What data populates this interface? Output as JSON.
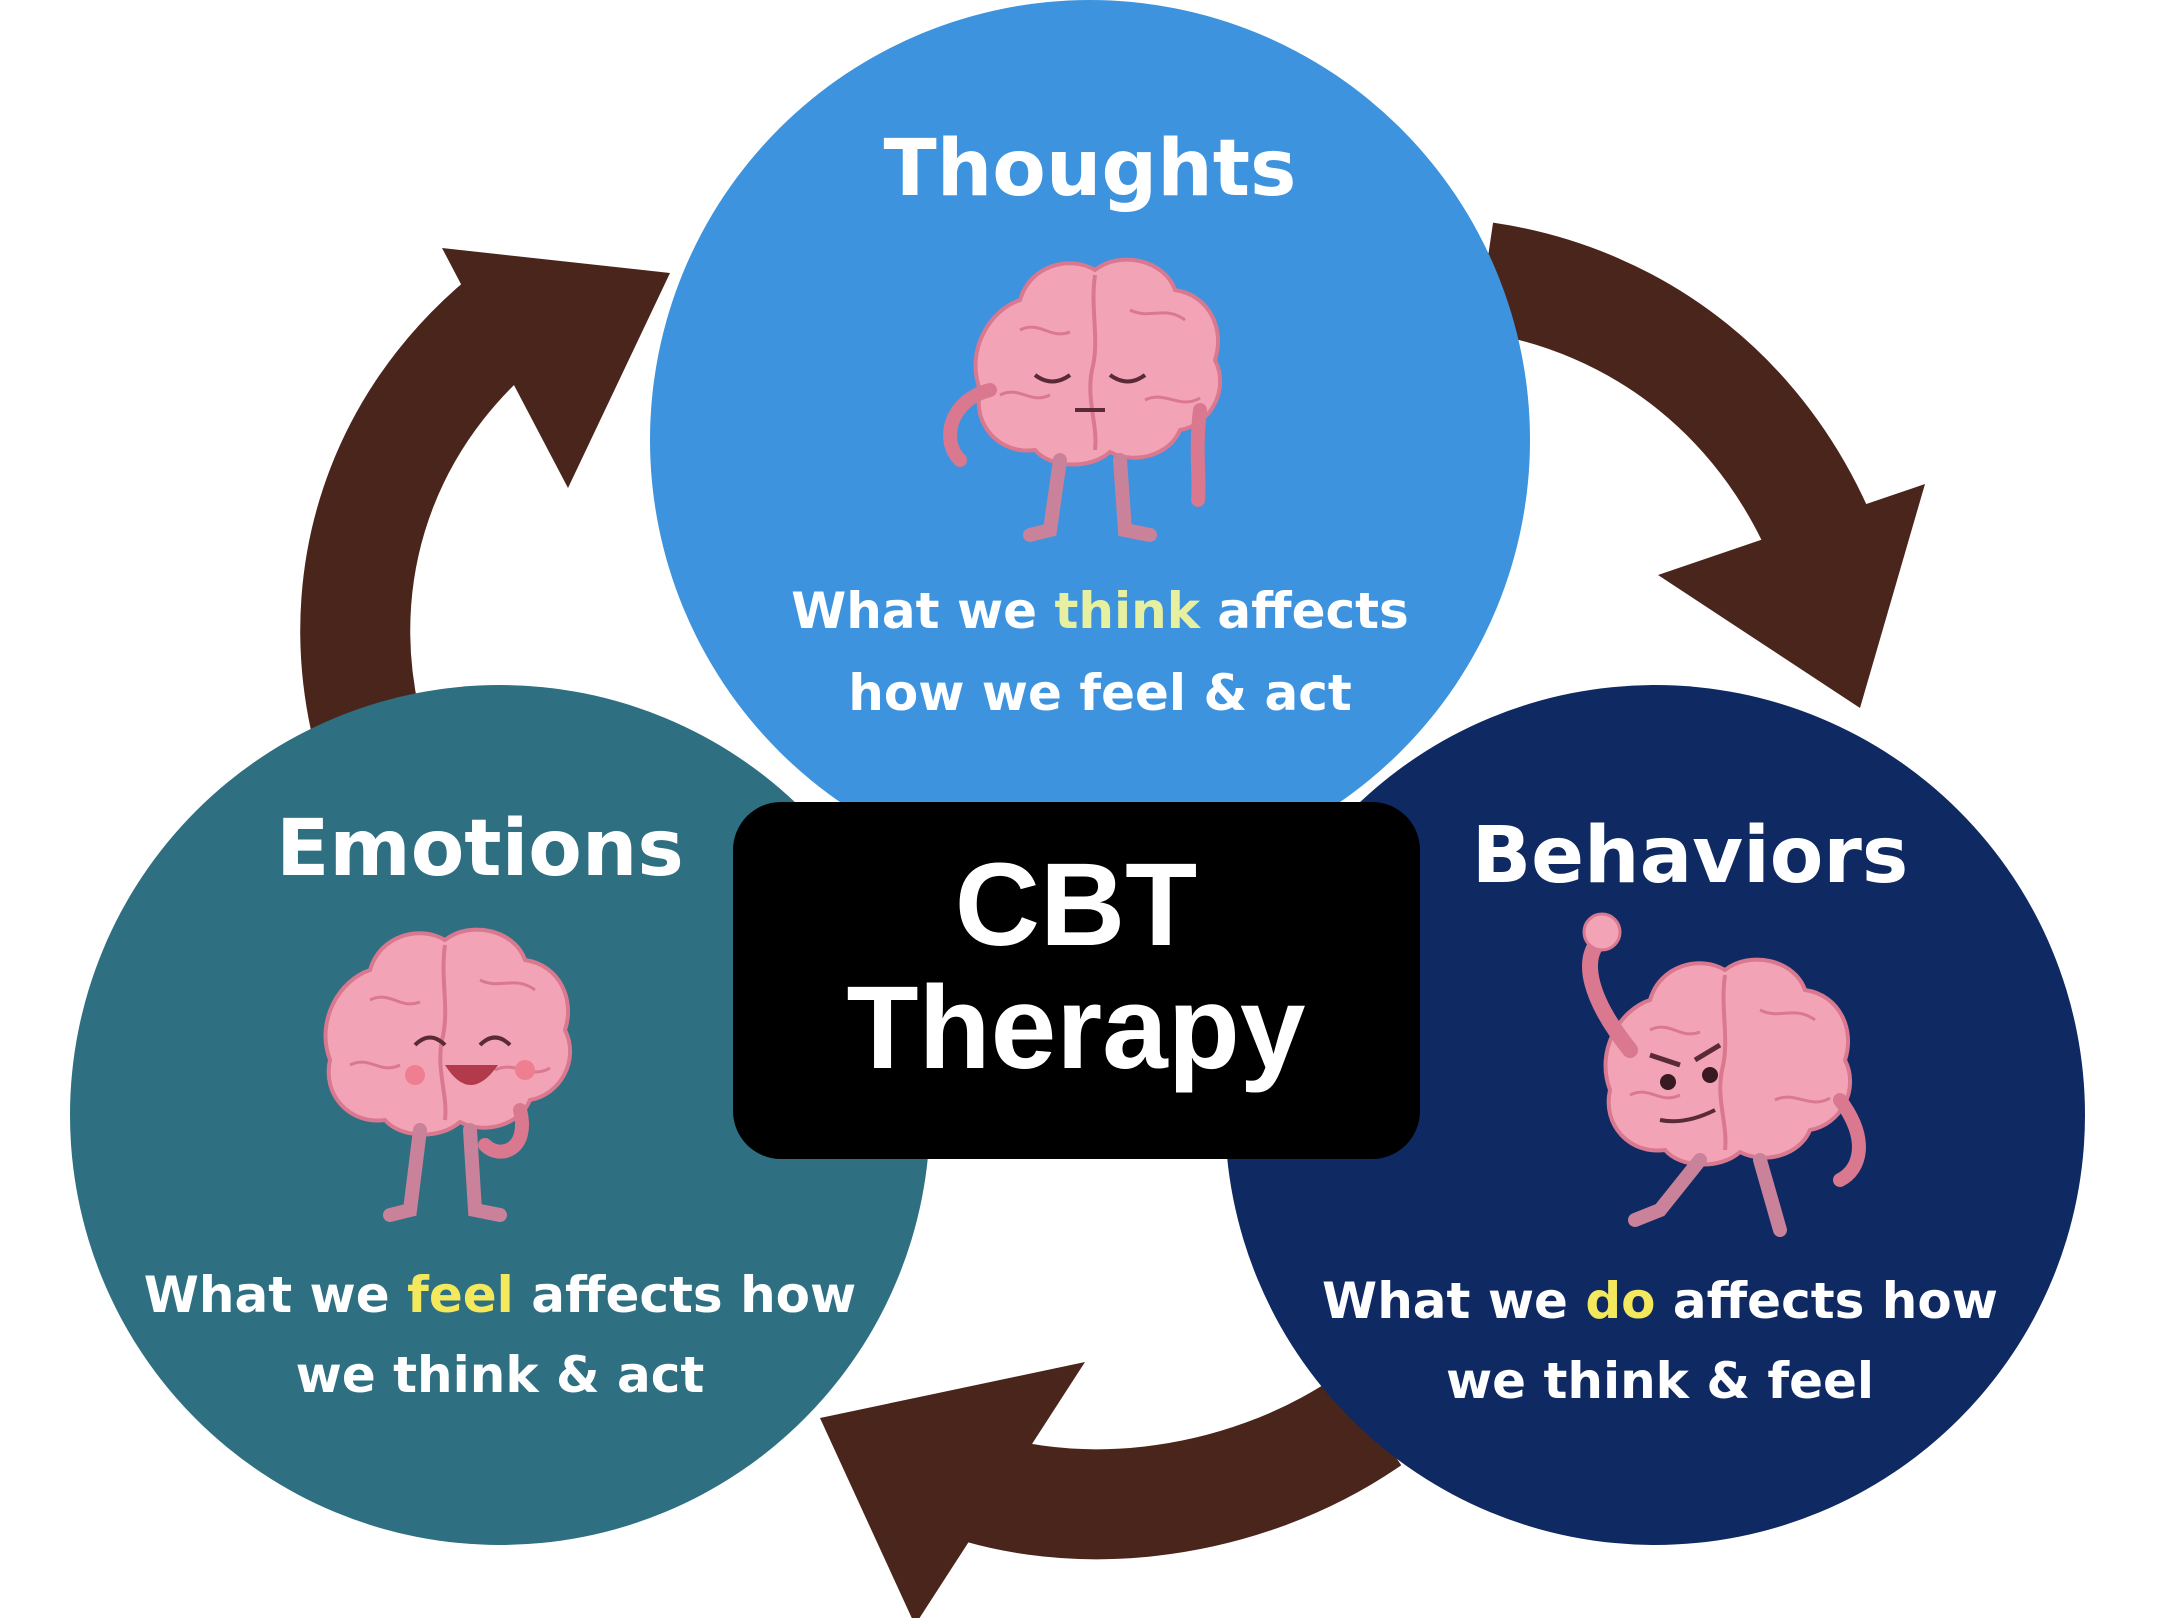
{
  "colors": {
    "background": "#ffffff",
    "arrow": "#4a251c",
    "thoughts": "#3d93dd",
    "emotions": "#2e6f82",
    "behaviors": "#0f2a63",
    "center_box": "#000000",
    "highlight_thoughts": "#e6f0a0",
    "highlight_other": "#f4e95c",
    "brain": "#f2a4b6",
    "brain_outline": "#d9788f"
  },
  "center": {
    "line1": "CBT",
    "line2": "Therapy"
  },
  "nodes": {
    "thoughts": {
      "title": "Thoughts",
      "desc_pre": "What we ",
      "desc_key": "think",
      "desc_post": " affects",
      "desc_line2": "how we feel & act",
      "icon": "thinking-brain-icon"
    },
    "emotions": {
      "title": "Emotions",
      "desc_pre": "What we ",
      "desc_key": "feel",
      "desc_post": " affects how",
      "desc_line2": "we think & act",
      "icon": "laughing-brain-icon"
    },
    "behaviors": {
      "title": "Behaviors",
      "desc_pre": "What we ",
      "desc_key": "do",
      "desc_post": " affects how",
      "desc_line2": "we think & feel",
      "icon": "active-brain-icon"
    }
  },
  "edges": [
    {
      "from": "thoughts",
      "to": "behaviors",
      "icon": "cycle-arrow-icon"
    },
    {
      "from": "behaviors",
      "to": "emotions",
      "icon": "cycle-arrow-icon"
    },
    {
      "from": "emotions",
      "to": "thoughts",
      "icon": "cycle-arrow-icon"
    }
  ]
}
